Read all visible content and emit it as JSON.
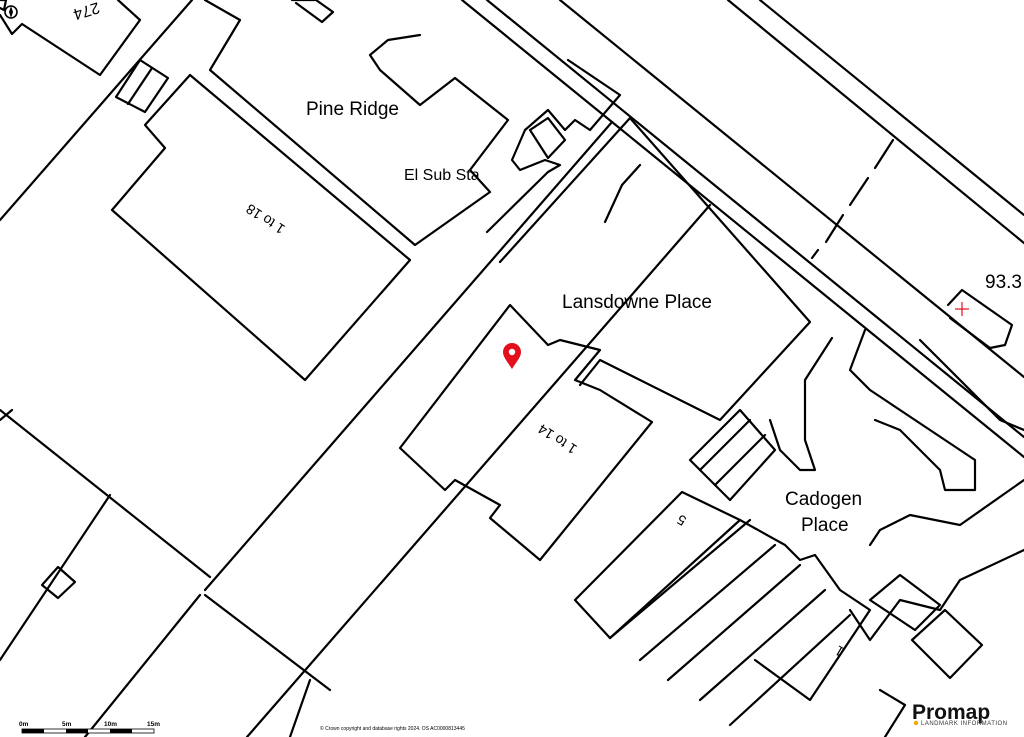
{
  "map": {
    "labels": {
      "pine_ridge": "Pine Ridge",
      "el_sub_sta": "El Sub Sta",
      "lansdowne_place": "Lansdowne Place",
      "cadogen": "Cadogen",
      "place": "Place",
      "flats_1_to_18": "1 to 18",
      "flats_1_to_14": "1 to 14",
      "house_274": "274",
      "house_5": "5",
      "house_1": "1",
      "spot_height": "93.3"
    },
    "scale_bar": {
      "ticks": [
        "0m",
        "5m",
        "10m",
        "15m"
      ]
    },
    "copyright": "© Crown copyright and database rights 2024. OS AC0000813445",
    "brand": {
      "name": "Promap",
      "tagline": "LANDMARK INFORMATION",
      "dot_color": "#f2a900"
    },
    "marker_color": "#e3101b",
    "icons": {
      "marker": "location-pin-icon",
      "compass": "compass-icon",
      "trig": "survey-cross-icon"
    }
  }
}
